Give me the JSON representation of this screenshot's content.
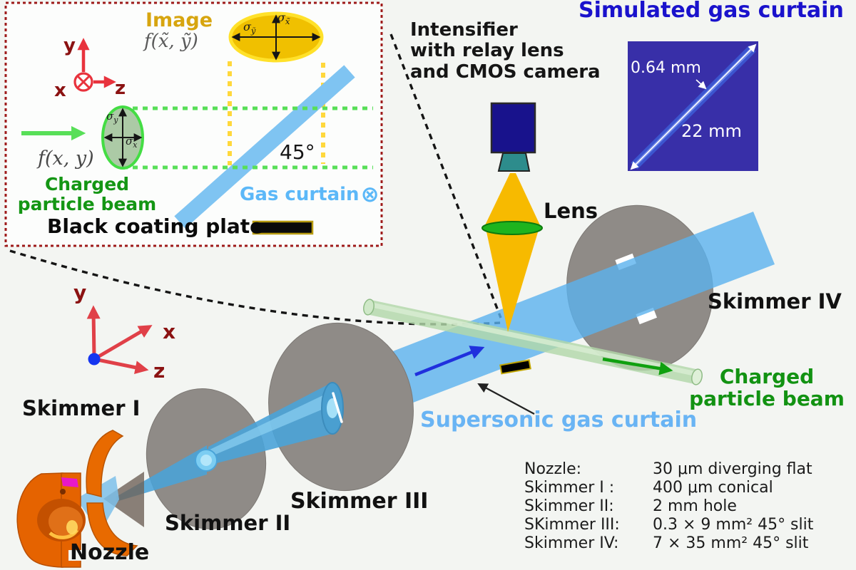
{
  "colors": {
    "simulated_title_blue": "#1a12cc",
    "supersonic_text_blue": "#69b4f4",
    "charged_beam_green": "#129212",
    "image_gold": "#d7a50f",
    "axis_label_dark_red": "#8b1212",
    "gas_ribbon_blue": "#5ab2ee",
    "skimmer_gray": "#8f8b87",
    "nozzle_orange": "#e56300",
    "sim_square_indigo": "#382fa8",
    "lens_green": "#1eb41e",
    "camera_navy": "#18128c",
    "camera_mount_teal": "#2d8c8c",
    "light_cone_yellow": "#f7ba00"
  },
  "inset": {
    "image_label": "Image",
    "image_function": "f(x̃, ỹ)",
    "beam_function": "f(x, y)",
    "axes": {
      "y": "y",
      "x": "x",
      "z": "z"
    },
    "sigma_image_width": {
      "base": "σ",
      "sub": "ỹ"
    },
    "sigma_image_height": {
      "base": "σ",
      "sub": "x̃"
    },
    "sigma_beam_height": {
      "base": "σ",
      "sub": "y"
    },
    "sigma_beam_width": {
      "base": "σ",
      "sub": "x"
    },
    "angle": "45°",
    "gas_curtain": "Gas curtain",
    "into_page_symbol": "⊗",
    "charged_line1": "Charged",
    "charged_line2": "particle beam",
    "plate_label": "Black coating plate"
  },
  "camera_label": {
    "line1": "Intensifier",
    "line2": "with relay lens",
    "line3": "and CMOS camera"
  },
  "lens_label": "Lens",
  "simulated": {
    "title": "Simulated gas curtain",
    "width": "0.64 mm",
    "length": "22 mm"
  },
  "main_axes": {
    "y": "y",
    "x": "x",
    "z": "z"
  },
  "labels": {
    "skimmer1": "Skimmer I",
    "skimmer2": "Skimmer II",
    "skimmer3": "Skimmer III",
    "skimmer4": "Skimmer IV",
    "nozzle": "Nozzle",
    "supersonic": "Supersonic gas curtain",
    "charged_line1": "Charged",
    "charged_line2": "particle beam"
  },
  "spec_table": {
    "rows": [
      {
        "name": "Nozzle:",
        "value": "30 μm diverging flat"
      },
      {
        "name": "Skimmer I :",
        "value": "400 μm conical"
      },
      {
        "name": "Skimmer II:",
        "value": "2 mm hole"
      },
      {
        "name": "SKimmer III:",
        "value": "0.3 × 9 mm² 45° slit"
      },
      {
        "name": "Skimmer IV:",
        "value": "7 × 35 mm² 45° slit"
      }
    ]
  }
}
